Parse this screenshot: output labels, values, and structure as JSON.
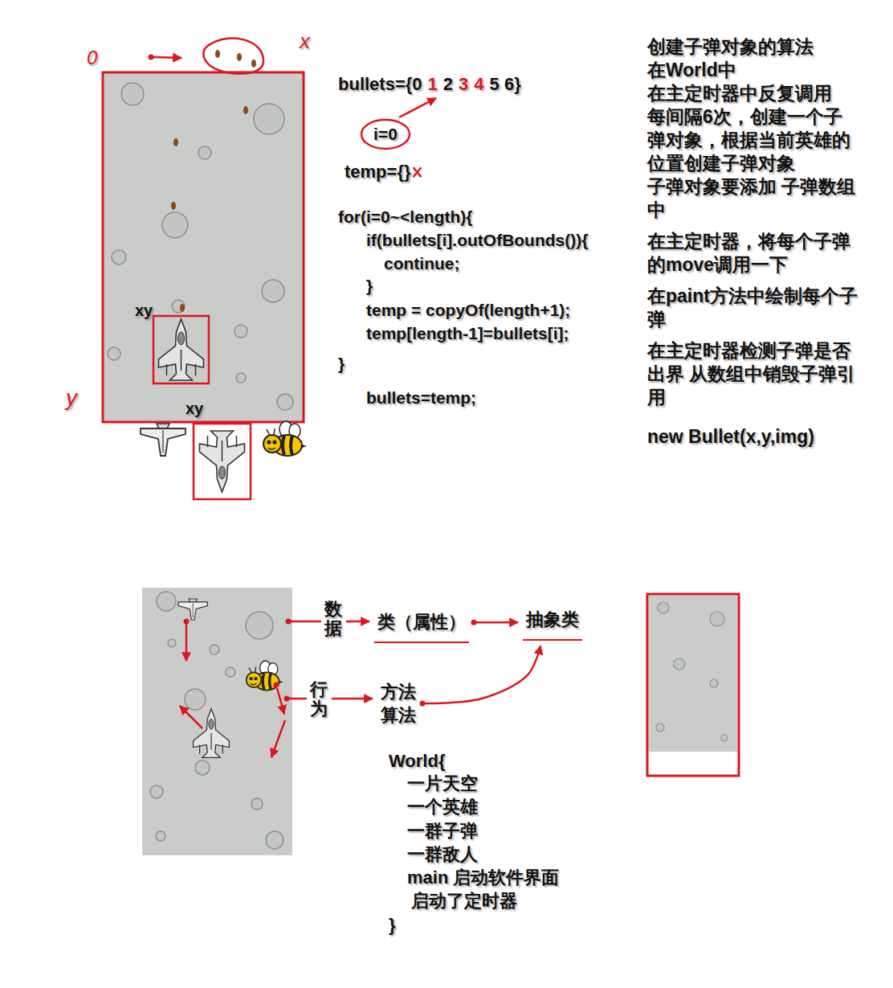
{
  "diagram": {
    "nodes": [
      {
        "text": [
          "i=0"
        ]
      },
      {
        "text": [
          "类（属性）"
        ]
      },
      {
        "text": [
          "抽象类"
        ]
      },
      {
        "text": [
          "方法 算法"
        ]
      }
    ],
    "edges": [
      {
        "from": 1,
        "to": 2,
        "arrow": "to"
      },
      {
        "from": 3,
        "to": 2,
        "arrow": "to"
      }
    ],
    "labels": [
      "0",
      "x",
      "y",
      "xy",
      "xy",
      "bullets={0",
      "1",
      "2",
      "3",
      "4",
      "5 6}",
      "temp={}",
      "for(i=0~<length){",
      "if(bullets[i].outOfBounds()){",
      "continue;",
      "}",
      "temp = copyOf(length+1);",
      "temp[length-1]=bullets[i];",
      "}",
      "bullets=temp;",
      "创建子弹对象的算法",
      "在World中",
      "在主定时器中反复调用",
      "每间隔6次，创建一个子弹对象，根据当前英雄的位置创建子弹对象",
      "子弹对象要添加 子弹数组中",
      "在主定时器，将每个子弹的move调用一下",
      "在paint方法中绘制每个子弹",
      "在主定时器检测子弹是否出界 从数组中销毁子弹引用",
      "new Bullet(x,y,img)",
      "数据",
      "行为",
      "World{",
      "一片天空",
      "一个英雄",
      "一群子弹",
      "一群敌人",
      "main 启动软件界面",
      "启动了定时器",
      "}"
    ]
  }
}
